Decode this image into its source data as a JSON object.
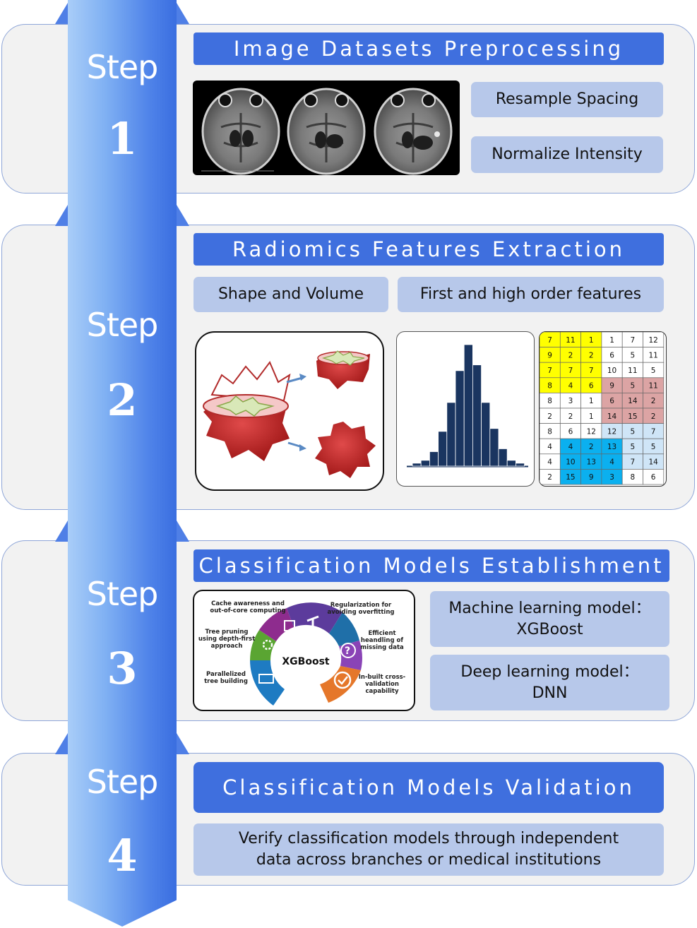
{
  "steps": [
    {
      "word": "Step",
      "num": "1",
      "title": "Image  Datasets  Preprocessing",
      "items": [
        "Resample Spacing",
        "Normalize Intensity"
      ]
    },
    {
      "word": "Step",
      "num": "2",
      "title": "Radiomics  Features  Extraction",
      "items": [
        "Shape and  Volume",
        "First and high order features"
      ]
    },
    {
      "word": "Step",
      "num": "3",
      "title": "Classification  Models  Establishment",
      "items": [
        {
          "line1": "Machine learning model：",
          "line2": "XGBoost"
        },
        {
          "line1": "Deep learning model：",
          "line2": "DNN"
        }
      ]
    },
    {
      "word": "Step",
      "num": "4",
      "title": "Classification  Models  Validation",
      "items": [
        {
          "line1": "Verify classification models through independent",
          "line2": "data across branches or medical institutions"
        }
      ]
    }
  ],
  "xgboost": {
    "center": "XGBoost",
    "features": [
      "Cache awareness and",
      "out-of-core computing",
      "Regularization for",
      "avoiding overfitting",
      "Tree pruning",
      "using depth-first",
      "approach",
      "Efficient",
      "heandling of",
      "missing data",
      "Parallelized",
      "tree building",
      "In-built cross-",
      "validation",
      "capability"
    ],
    "segment_colors": [
      "#1e7bc2",
      "#5aa532",
      "#8e2c8e",
      "#1f6fa8",
      "#8a44b6",
      "#e5772a"
    ]
  },
  "histogram": {
    "values": [
      1,
      2,
      5,
      12,
      22,
      33,
      42,
      35,
      22,
      13,
      6,
      2,
      1
    ],
    "color": "#1a3560"
  },
  "matrix": {
    "cells": [
      [
        "7",
        "11",
        "1",
        "1",
        "7",
        "12"
      ],
      [
        "9",
        "2",
        "2",
        "6",
        "5",
        "11"
      ],
      [
        "7",
        "7",
        "7",
        "10",
        "11",
        "5"
      ],
      [
        "8",
        "4",
        "6",
        "9",
        "5",
        "11"
      ],
      [
        "8",
        "3",
        "1",
        "6",
        "14",
        "2"
      ],
      [
        "2",
        "2",
        "1",
        "14",
        "15",
        "2"
      ],
      [
        "8",
        "6",
        "12",
        "12",
        "5",
        "7"
      ],
      [
        "4",
        "4",
        "2",
        "13",
        "5",
        "5"
      ],
      [
        "4",
        "10",
        "13",
        "4",
        "7",
        "14"
      ],
      [
        "2",
        "15",
        "9",
        "3",
        "8",
        "6"
      ]
    ],
    "fills": [
      [
        "y",
        "y",
        "y",
        "w",
        "w",
        "w"
      ],
      [
        "y",
        "y",
        "y",
        "w",
        "w",
        "w"
      ],
      [
        "y",
        "y",
        "y",
        "w",
        "w",
        "w"
      ],
      [
        "y",
        "y",
        "y",
        "r",
        "r",
        "r"
      ],
      [
        "w",
        "w",
        "w",
        "r",
        "r",
        "r"
      ],
      [
        "w",
        "w",
        "w",
        "r",
        "r",
        "r"
      ],
      [
        "w",
        "w",
        "w",
        "l",
        "l",
        "l"
      ],
      [
        "w",
        "b",
        "b",
        "b",
        "l",
        "l"
      ],
      [
        "w",
        "b",
        "b",
        "b",
        "l",
        "l"
      ],
      [
        "w",
        "b",
        "b",
        "b",
        "w",
        "w"
      ]
    ],
    "colors": {
      "y": "#ffff00",
      "w": "#ffffff",
      "r": "#dca4a4",
      "l": "#cfe5f7",
      "b": "#0bb0ef"
    }
  }
}
